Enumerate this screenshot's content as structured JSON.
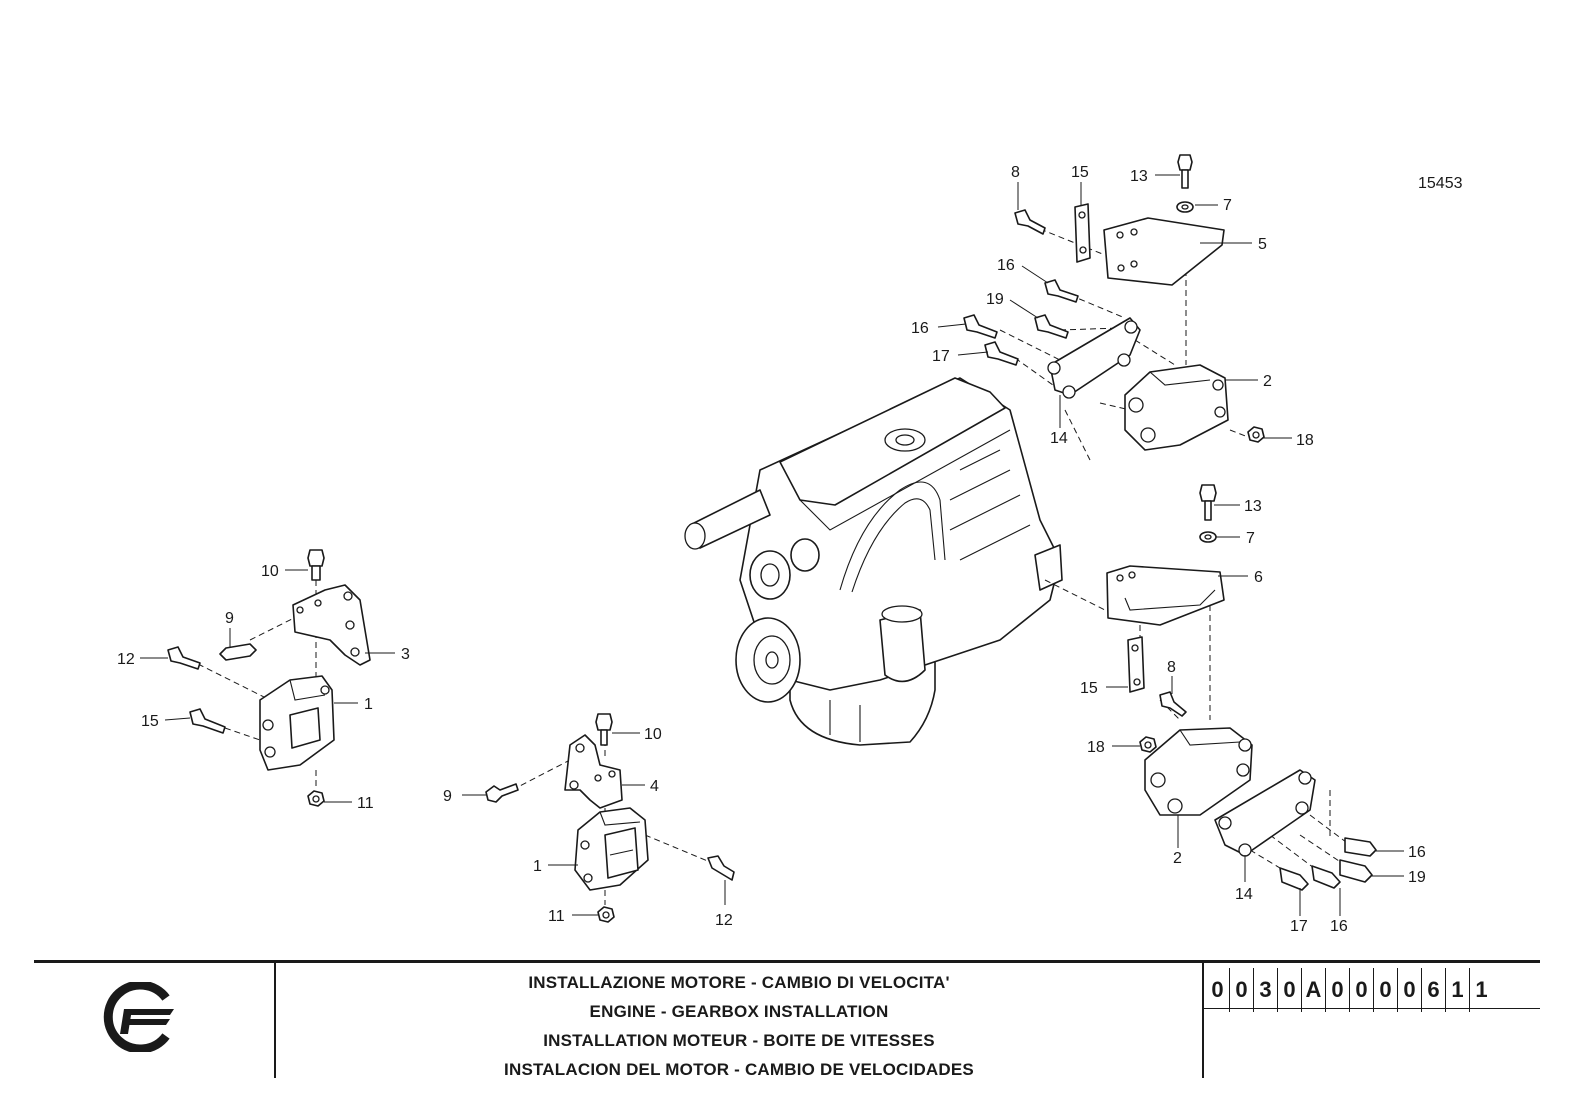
{
  "drawing_number": "15453",
  "callouts": {
    "top_assembly": [
      "8",
      "15",
      "13",
      "7",
      "5",
      "16",
      "19",
      "16",
      "17",
      "2",
      "14",
      "18"
    ],
    "right_assembly": [
      "13",
      "7",
      "6",
      "15",
      "8",
      "18",
      "2",
      "14",
      "16",
      "19",
      "17",
      "16"
    ],
    "left_assembly": [
      "10",
      "9",
      "3",
      "12",
      "1",
      "15",
      "11"
    ],
    "center_assembly": [
      "10",
      "4",
      "9",
      "1",
      "11",
      "12"
    ]
  },
  "title_block": {
    "titles": [
      "INSTALLAZIONE MOTORE - CAMBIO DI VELOCITA'",
      "ENGINE - GEARBOX INSTALLATION",
      "INSTALLATION MOTEUR - BOITE DE VITESSES",
      "INSTALACION DEL MOTOR - CAMBIO DE VELOCIDADES"
    ],
    "code": [
      "0",
      "0",
      "3",
      "0",
      "A",
      "0",
      "0",
      "0",
      "0",
      "6",
      "1",
      "1"
    ],
    "logo_icon": "brand-logo-icon"
  },
  "colors": {
    "line": "#1a1a1a",
    "background": "#ffffff"
  }
}
